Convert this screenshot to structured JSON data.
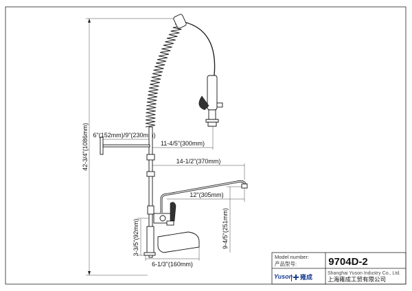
{
  "dimensions": {
    "overall_height": "42-3/4\"(1086mm)",
    "arm_height": "6\"(152mm)/9\"(230mm)",
    "spray_reach": "11-4/5\"(300mm)",
    "spout_reach": "14-1/2\"(370mm)",
    "spout_length": "12\"(305mm)",
    "spout_height": "9-4/5\"(251mm)",
    "base_height": "3-3/5\"(92mm)",
    "base_width": "6-1/3\"(160mm)"
  },
  "title_block": {
    "model_label_en": "Model number:",
    "model_label_cn": "产品型号:",
    "model_number": "9704D-2",
    "company_en": "Shanghai Yuson Industry Co., Ltd.",
    "company_cn": "上海雍成工贸有限公司",
    "brand_en": "Yuson",
    "brand_cn": "雍成"
  },
  "colors": {
    "line": "#222222",
    "brand": "#1a3d8f"
  }
}
